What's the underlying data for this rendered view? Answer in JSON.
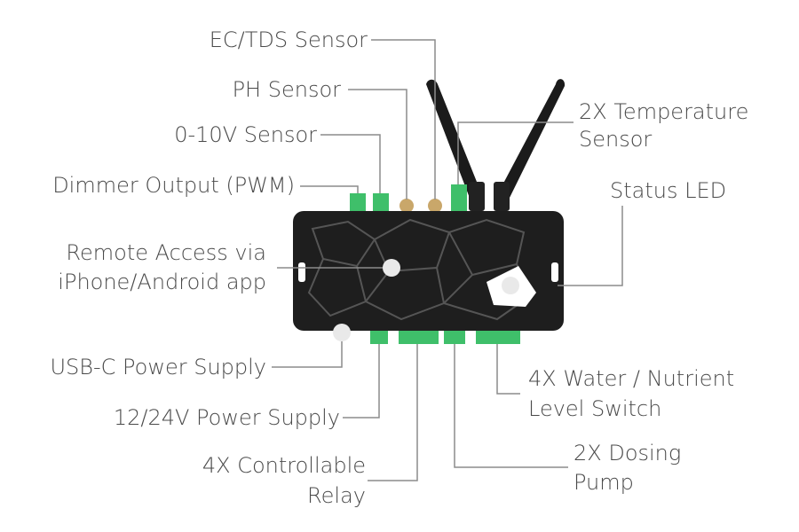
{
  "labels": {
    "ec_tds": "EC/TDS Sensor",
    "ph": "PH Sensor",
    "zero_ten": "0-10V Sensor",
    "dimmer": "Dimmer Output (PWM)",
    "remote_1": "Remote Access via",
    "remote_2": "iPhone/Android app",
    "usb_c": "USB-C Power Supply",
    "power_12_24": "12/24V Power Supply",
    "relay_1": "4X Controllable",
    "relay_2": "Relay",
    "temp_1": "2X Temperature",
    "temp_2": "Sensor",
    "status_led": "Status LED",
    "water_1": "4X Water / Nutrient",
    "water_2": "Level Switch",
    "dosing_1": "2X Dosing",
    "dosing_2": "Pump"
  },
  "colors": {
    "text": "#4a4a4a",
    "leader": "#8c8c8c",
    "device_body": "#1e1e1e",
    "device_cracks": "#555555",
    "terminal_green": "#3fbf6a",
    "marker": "#e9e9e9"
  }
}
